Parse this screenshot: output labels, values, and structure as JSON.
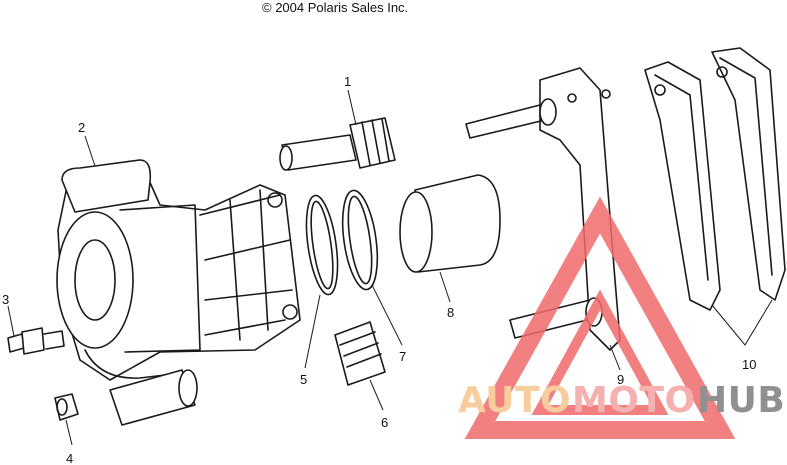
{
  "header": {
    "copyright": "© 2004 Polaris Sales Inc."
  },
  "callouts": [
    {
      "id": "1",
      "label": "1"
    },
    {
      "id": "2",
      "label": "2"
    },
    {
      "id": "3",
      "label": "3"
    },
    {
      "id": "4",
      "label": "4"
    },
    {
      "id": "5",
      "label": "5"
    },
    {
      "id": "6",
      "label": "6"
    },
    {
      "id": "7",
      "label": "7"
    },
    {
      "id": "8",
      "label": "8"
    },
    {
      "id": "9",
      "label": "9"
    },
    {
      "id": "10",
      "label": "10"
    }
  ],
  "watermark": {
    "part1": "AUTO",
    "part2": "MOTO",
    "part3": "HUB",
    "colors": {
      "part1": "#f7c58c",
      "part2": "#f4a3a3",
      "part3": "#7d7d7d",
      "triangle": "#f26b6b"
    }
  }
}
